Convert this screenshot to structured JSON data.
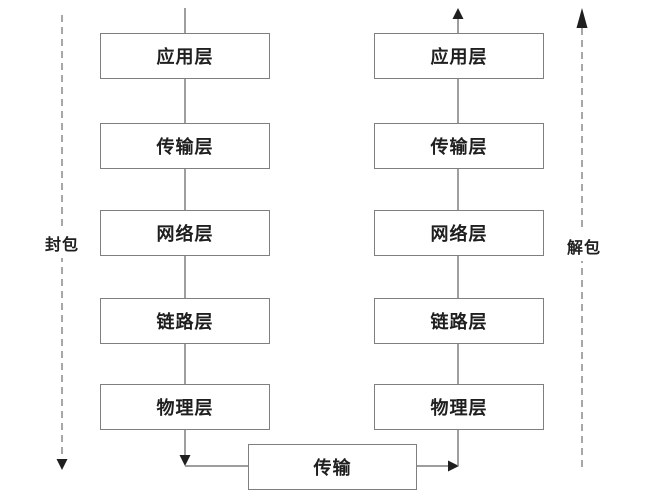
{
  "diagram": {
    "left_stack": [
      "应用层",
      "传输层",
      "网络层",
      "链路层",
      "物理层"
    ],
    "right_stack": [
      "应用层",
      "传输层",
      "网络层",
      "链路层",
      "物理层"
    ],
    "transport_box_label": "传输",
    "left_flow_label": "封包",
    "right_flow_label": "解包"
  },
  "colors": {
    "background": "#ffffff",
    "connector_line": "#7d7d7d",
    "box_border": "#7f7f7f",
    "arrowhead": "#1f1f1f",
    "text": "#1f1f1f"
  }
}
